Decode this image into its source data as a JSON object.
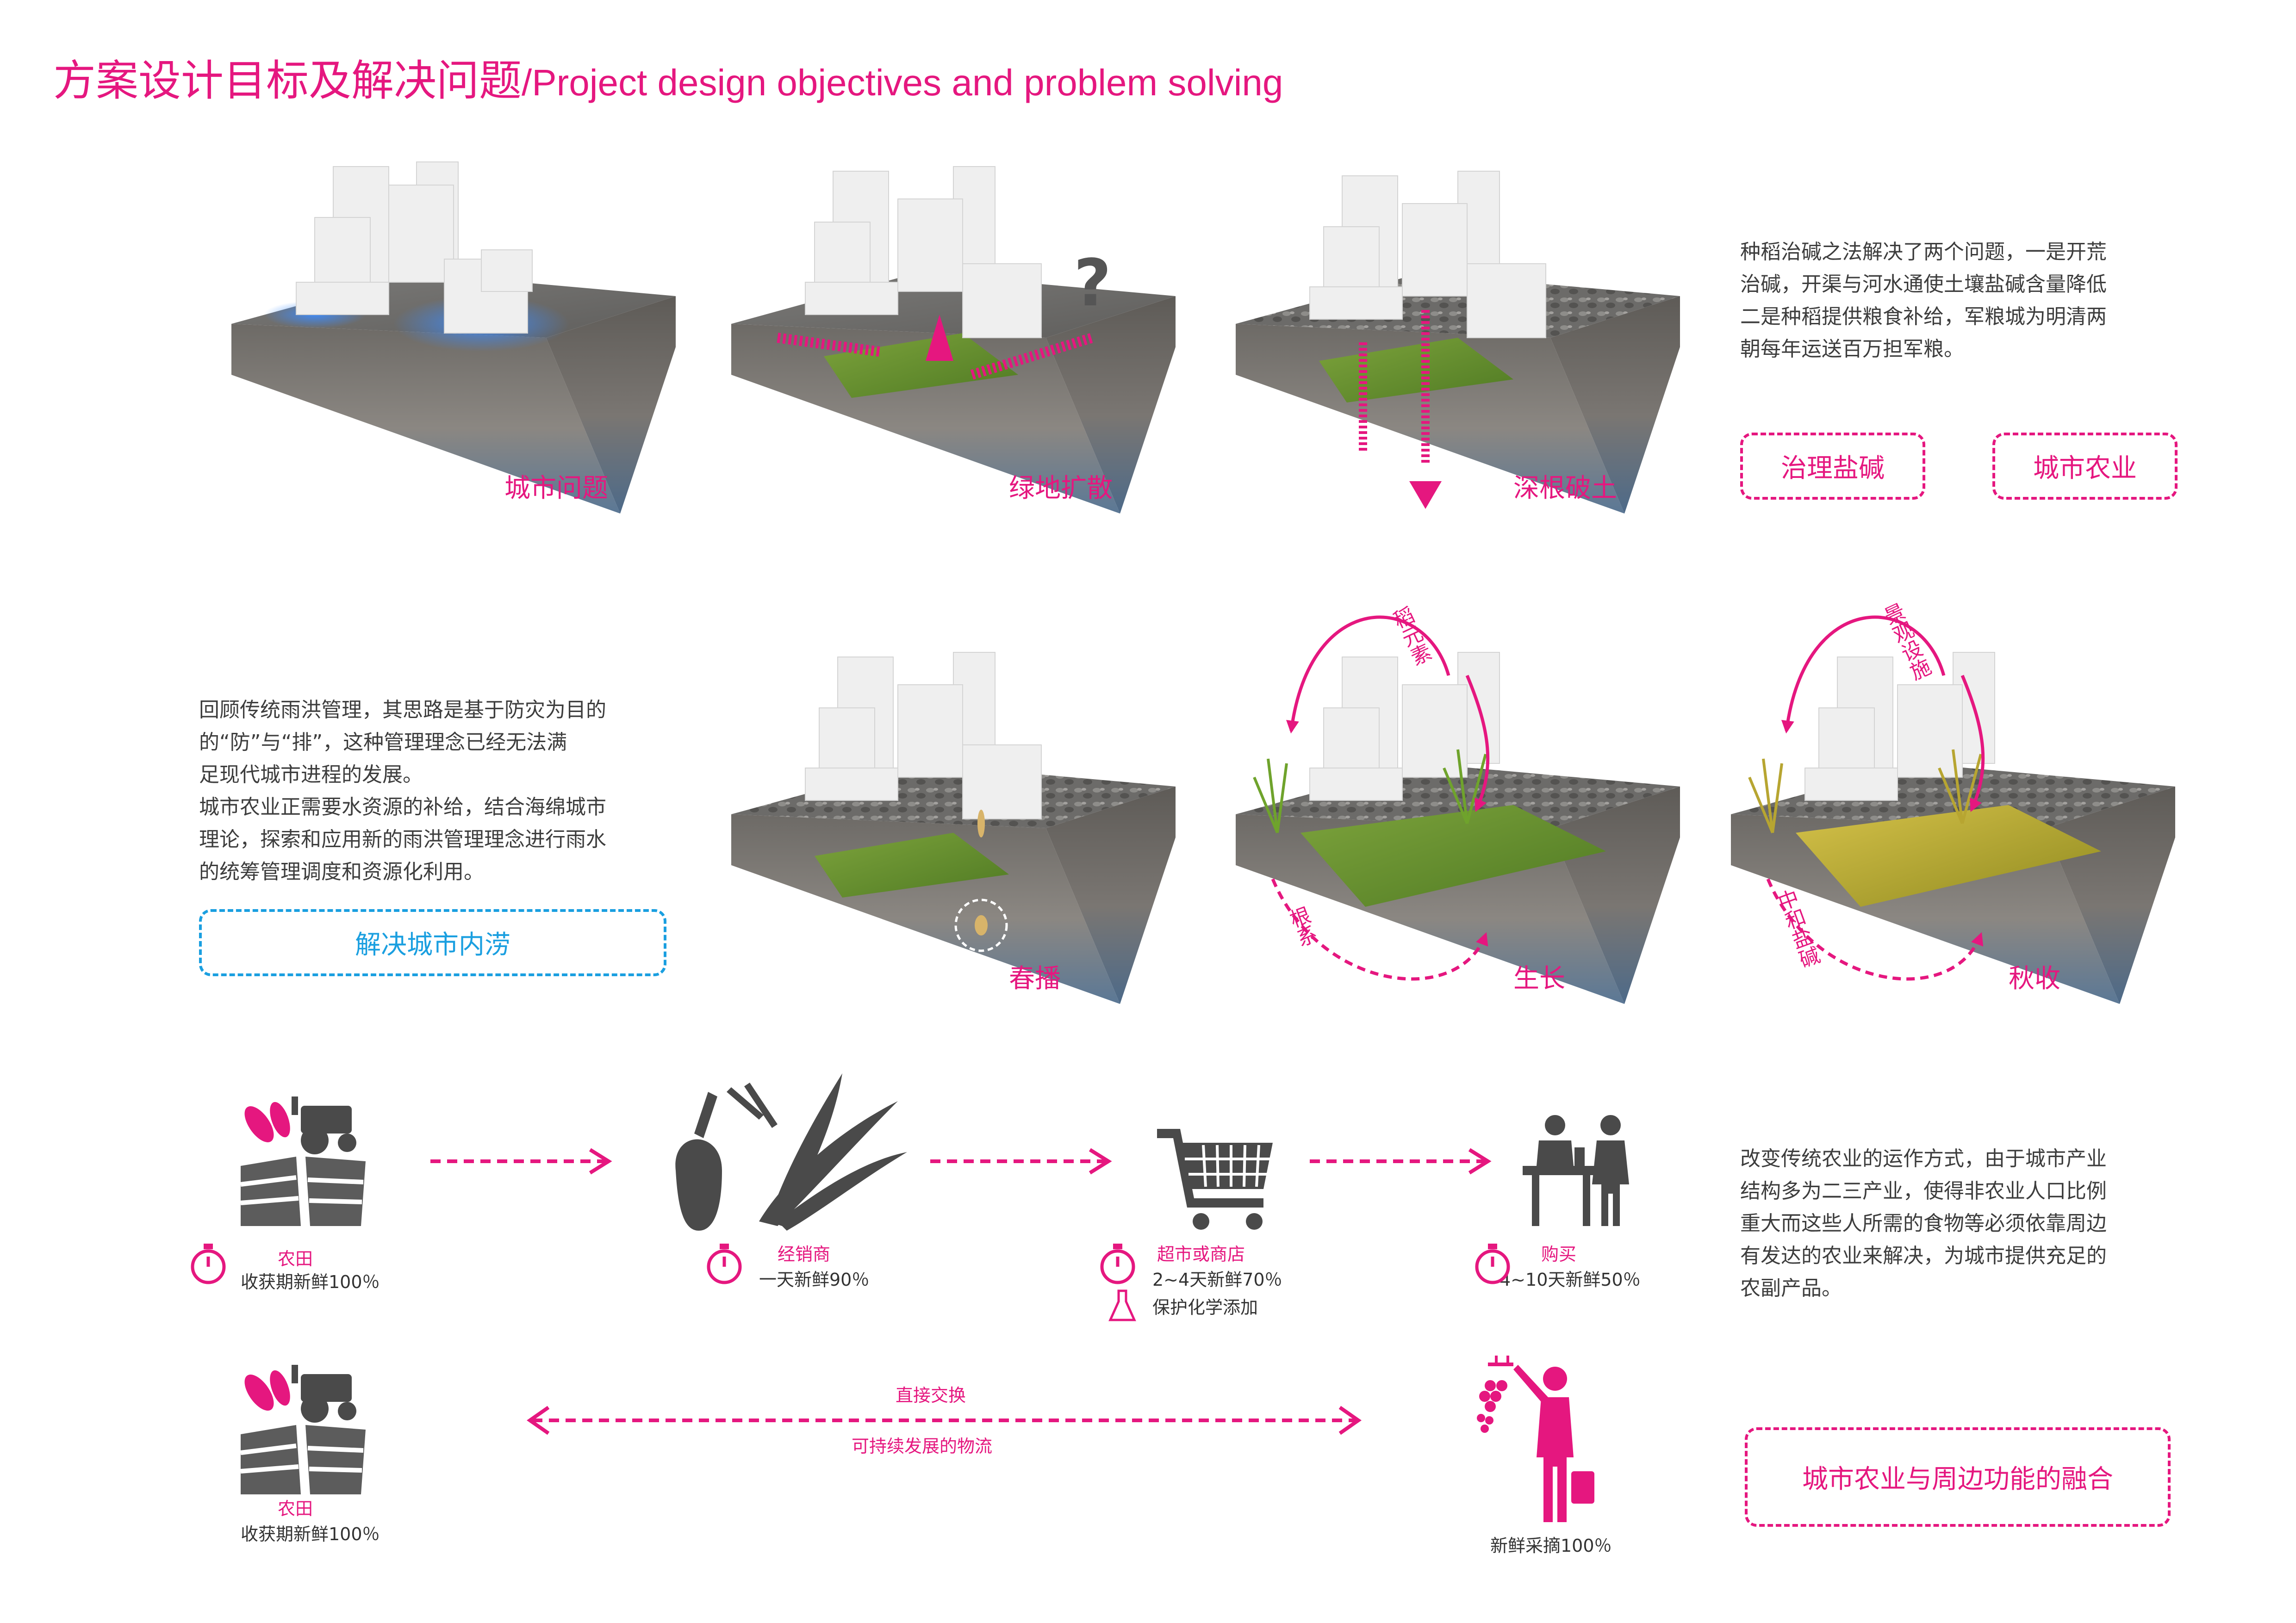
{
  "header": {
    "title_cn": "方案设计目标及解决问题",
    "title_en": "/Project design objectives and problem solving"
  },
  "row1": {
    "tiles": [
      {
        "label": "城市问题"
      },
      {
        "label": "绿地扩散"
      },
      {
        "label": "深根破土"
      }
    ],
    "question_mark": "?",
    "paragraph": "种稻治碱之法解决了两个问题，一是开荒治碱，开渠与河水通使土壤盐碱含量降低二是种稻提供粮食补给，军粮城为明清两朝每年运送百万担军粮。",
    "para_lines": [
      "种稻治碱之法解决了两个问题，一是开荒",
      "治碱，开渠与河水通使土壤盐碱含量降低",
      "二是种稻提供粮食补给，军粮城为明清两",
      "朝每年运送百万担军粮。"
    ],
    "boxes": [
      "治理盐碱",
      "城市农业"
    ]
  },
  "row2": {
    "para_lines": [
      "回顾传统雨洪管理，其思路是基于防灾为目的",
      "的“防”与“排”，这种管理理念已经无法满",
      "足现代城市进程的发展。",
      "城市农业正需要水资源的补给，结合海绵城市",
      "理论，探索和应用新的雨洪管理理念进行雨水",
      "的统筹管理调度和资源化利用。"
    ],
    "box": "解决城市内涝",
    "tiles": [
      {
        "label": "春播"
      },
      {
        "label": "生长",
        "arc_top": "稻元素",
        "arc_bottom": "根系"
      },
      {
        "label": "秋收",
        "arc_top": "景观设施",
        "arc_bottom": "中和盐碱"
      }
    ]
  },
  "chain": {
    "items": [
      {
        "name": "农田",
        "detail": "收获期新鲜100％"
      },
      {
        "name": "经销商",
        "detail": "一天新鲜90％"
      },
      {
        "name": "超市或商店",
        "detail": "2~4天新鲜70％",
        "extra": "保护化学添加"
      },
      {
        "name": "购买",
        "detail": "4~10天新鲜50％"
      }
    ],
    "paragraph_lines": [
      "改变传统农业的运作方式，由于城市产业",
      "结构多为二三产业，使得非农业人口比例",
      "重大而这些人所需的食物等必须依靠周边",
      "有发达的农业来解决，为城市提供充足的",
      "农副产品。"
    ]
  },
  "direct": {
    "farm": {
      "name": "农田",
      "detail": "收获期新鲜100％"
    },
    "arrow_top": "直接交换",
    "arrow_bottom": "可持续发展的物流",
    "picker": {
      "detail": "新鲜采摘100％"
    },
    "box": "城市农业与周边功能的融合"
  },
  "colors": {
    "accent": "#e5177f",
    "blue": "#1a9fe0",
    "icon_gray": "#4a4a4a"
  }
}
